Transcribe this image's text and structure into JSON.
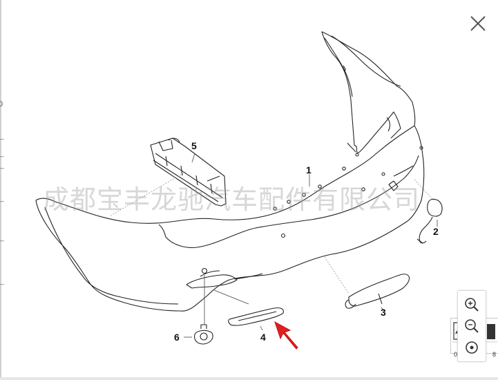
{
  "diagram": {
    "callouts": {
      "c1": "1",
      "c2": "2",
      "c3": "3",
      "c4": "4",
      "c5": "5",
      "c6": "6"
    },
    "watermark": "成都宝丰龙驰汽车配件有限公司",
    "highlight_color": "#e02020"
  },
  "viewer": {
    "close_icon": "close-icon",
    "zoom_in_icon": "zoom-in-icon",
    "zoom_out_icon": "zoom-out-icon",
    "reset_icon": "reset-zoom-icon",
    "thumb_left_label": "0",
    "thumb_right_label": "8"
  },
  "edge_marks": [
    "0",
    "—",
    "—",
    "—",
    "—",
    "—",
    "—"
  ]
}
